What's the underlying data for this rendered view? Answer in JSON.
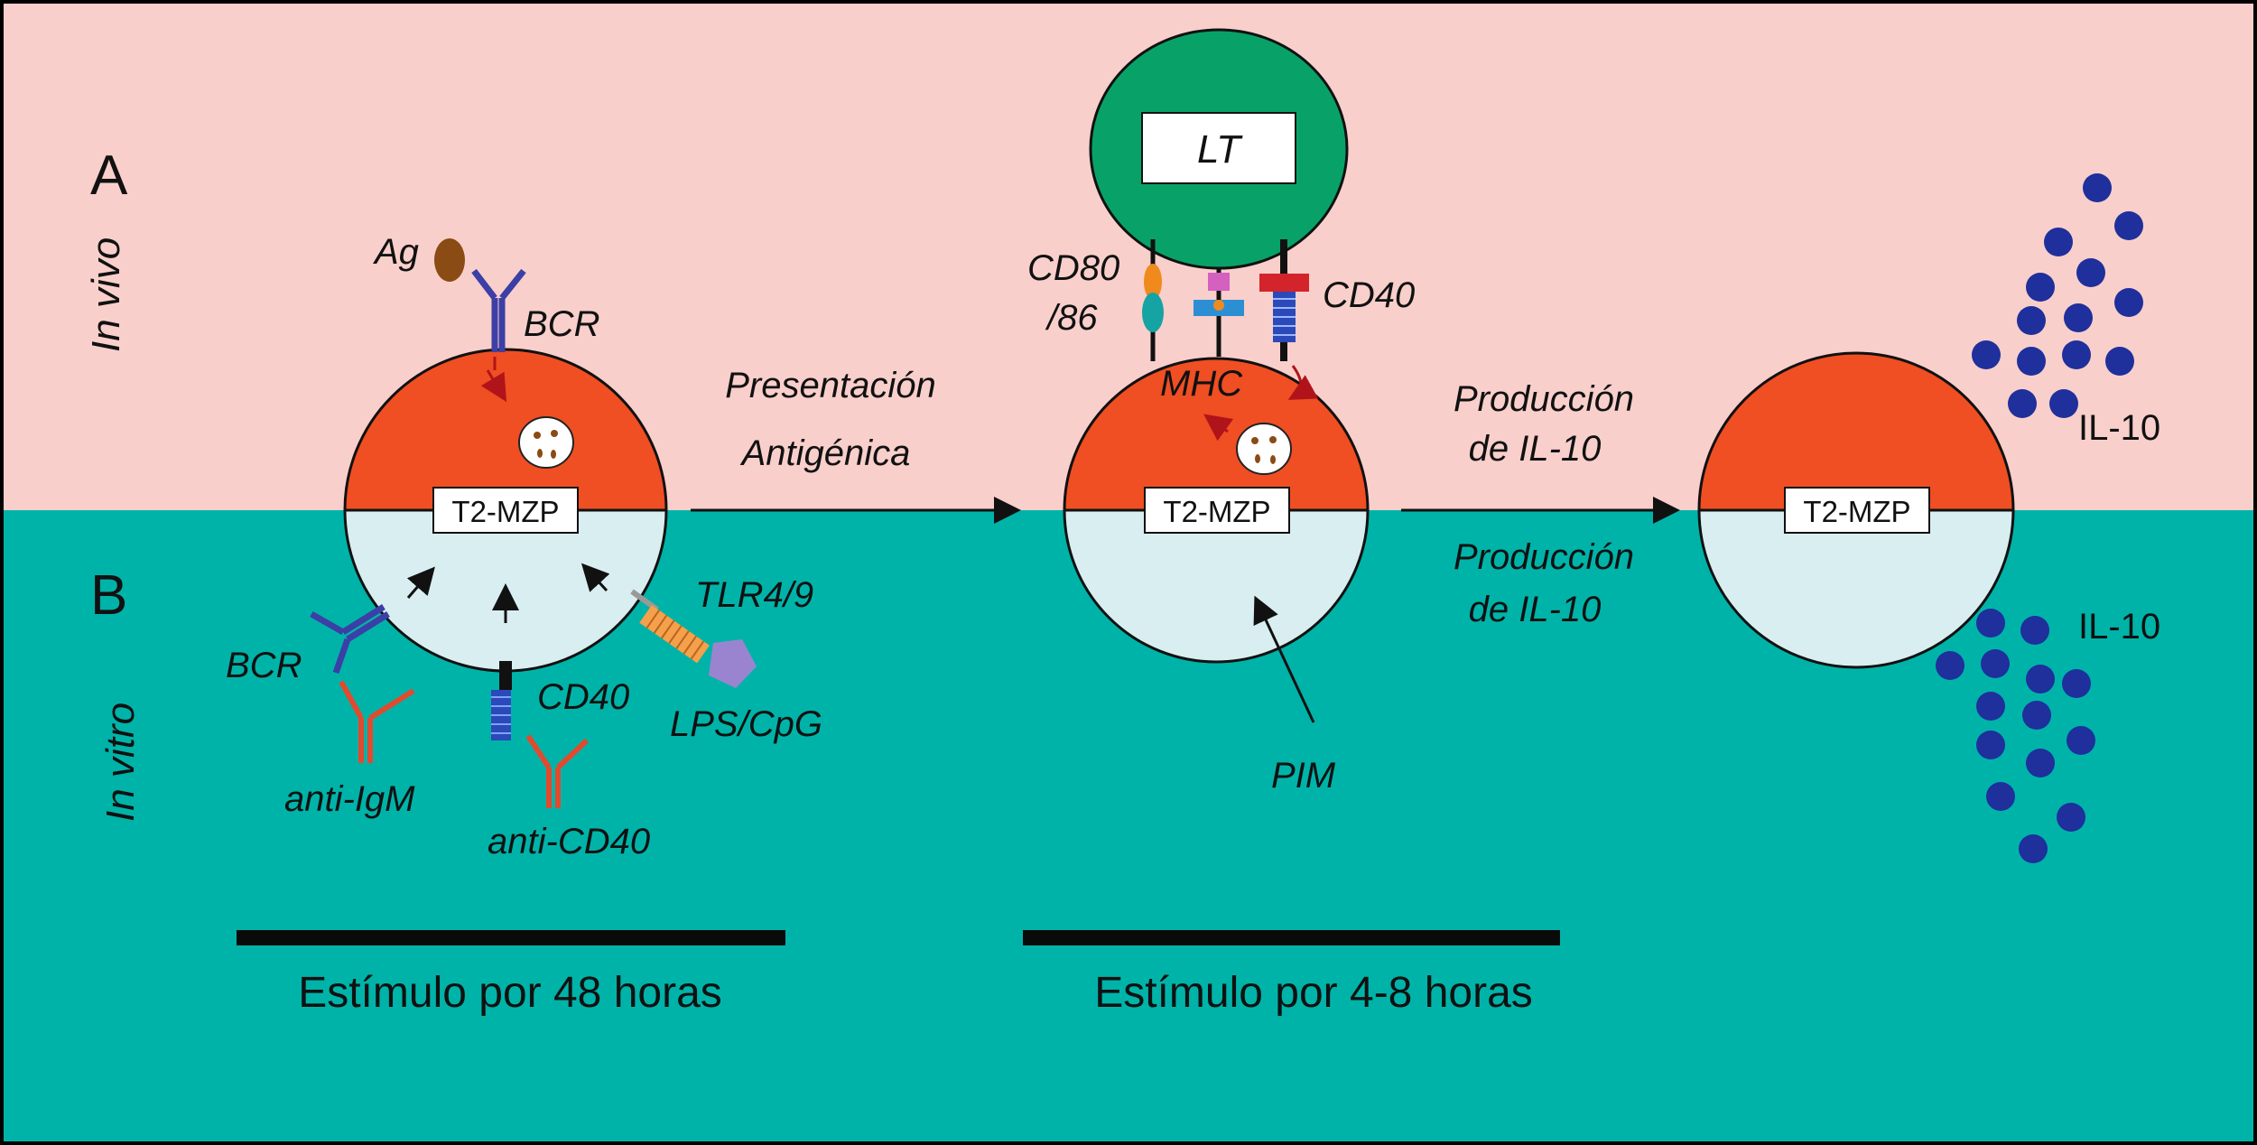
{
  "panels": {
    "a_letter": "A",
    "b_letter": "B",
    "in_vivo": "In vivo",
    "in_vitro": "In vitro"
  },
  "cell_label": "T2-MZP",
  "cell1": {
    "ag": "Ag",
    "bcr_top": "BCR",
    "bcr_bottom": "BCR",
    "anti_igm": "anti-IgM",
    "cd40": "CD40",
    "anti_cd40": "anti-CD40",
    "tlr": "TLR4/9",
    "lps": "LPS/CpG"
  },
  "arrow1": {
    "line1": "Presentación",
    "line2": "Antigénica"
  },
  "cell2": {
    "lt": "LT",
    "cd80_1": "CD80",
    "cd80_2": "/86",
    "cd40": "CD40",
    "mhc": "MHC",
    "pim": "PIM"
  },
  "arrow2": {
    "top1": "Producción",
    "top2": "de IL-10",
    "bot1": "Producción",
    "bot2": "de IL-10"
  },
  "il10_top": "IL-10",
  "il10_bottom": "IL-10",
  "timebar1": "Estímulo por 48 horas",
  "timebar2": "Estímulo por 4-8 horas",
  "colors": {
    "in_vivo_bg": "#f9cfcb",
    "in_vitro_bg": "#00b3a9",
    "cell_top": "#f04e23",
    "cell_bottom": "#d9eef0",
    "lt_cell": "#08a269",
    "dots": "#1f2f9c",
    "bcr": "#3b3fa6",
    "anti_ab": "#e24a2e"
  }
}
